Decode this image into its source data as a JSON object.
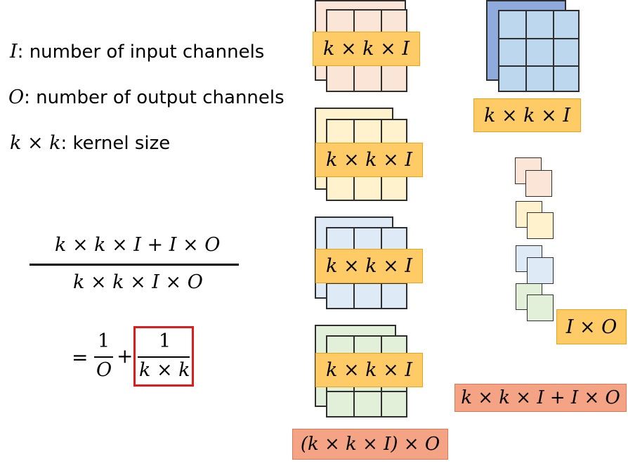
{
  "legend": {
    "input_symbol": "I",
    "input_text": ": number of input channels",
    "output_symbol": "O",
    "output_text": ": number of output channels",
    "kernel_symbol": "k × k",
    "kernel_text": ": kernel size"
  },
  "formula": {
    "numerator": "k × k × I + I × O",
    "denominator": "k × k × I × O",
    "equals": "=",
    "term1_num": "1",
    "term1_den": "O",
    "plus": "+",
    "term2_num": "1",
    "term2_den": "k × k"
  },
  "standard_conv": {
    "filter_label": "k × k × I",
    "total_label": "(k × k × I) × O",
    "colors": [
      "#fbe5d6",
      "#fff2cc",
      "#deebf7",
      "#e2f0d9"
    ]
  },
  "separable_conv": {
    "depthwise_label": "k × k × I",
    "pointwise_label": "I × O",
    "total_label": "k × k × I + I × O",
    "depthwise_colors": [
      "#8faadc",
      "#bdd7ee"
    ]
  },
  "colors": {
    "label_yellow": "#fecb67",
    "label_orange": "#f4a484",
    "highlight_red": "#e01b1b"
  }
}
